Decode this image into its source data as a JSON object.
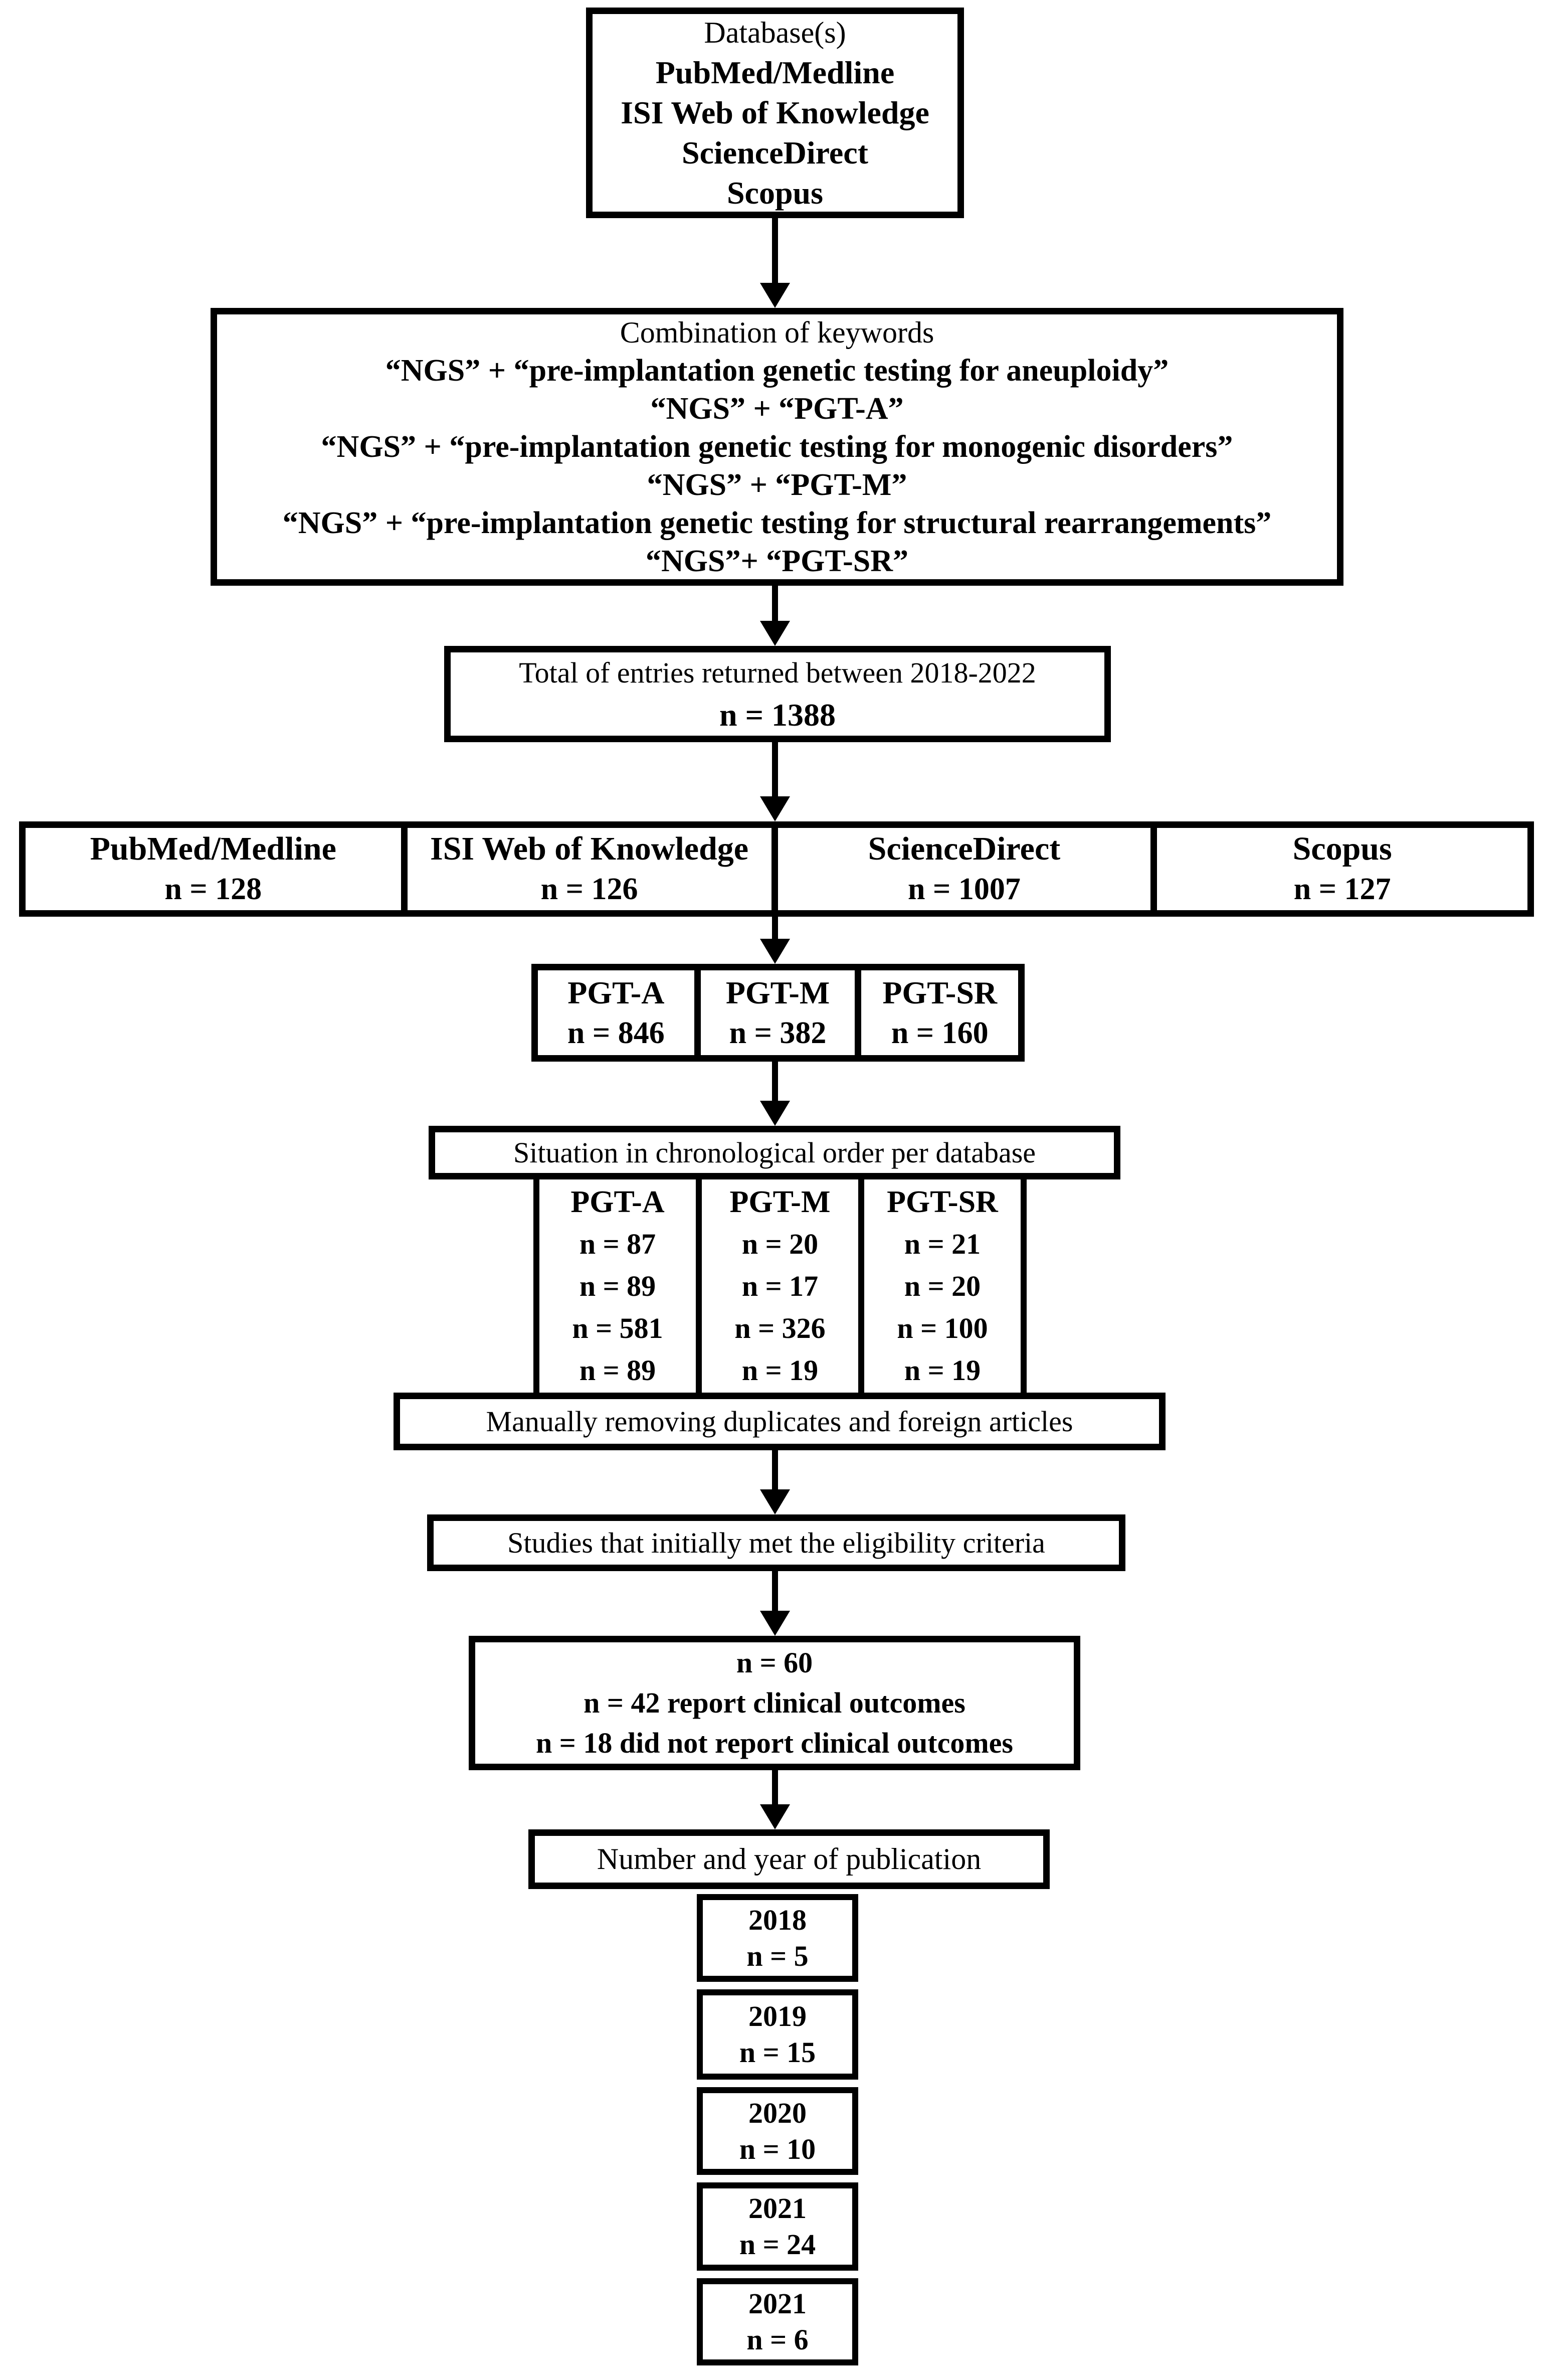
{
  "databases_box": {
    "heading": "Database(s)",
    "items": [
      "PubMed/Medline",
      "ISI Web of Knowledge",
      "ScienceDirect",
      "Scopus"
    ]
  },
  "keywords_box": {
    "heading": "Combination of keywords",
    "items": [
      "“NGS” + “pre-implantation genetic testing for aneuploidy”",
      "“NGS” + “PGT-A”",
      "“NGS” + “pre-implantation genetic testing for monogenic disorders”",
      "“NGS” + “PGT-M”",
      "“NGS” + “pre-implantation genetic testing for structural rearrangements”",
      "“NGS”+ “PGT-SR”"
    ]
  },
  "total_box": {
    "line1": "Total of entries returned between 2018-2022",
    "line2": "n = 1388"
  },
  "database_results": {
    "cells": [
      {
        "name": "PubMed/Medline",
        "count": "n = 128"
      },
      {
        "name": "ISI Web of Knowledge",
        "count": "n = 126"
      },
      {
        "name": "ScienceDirect",
        "count": "n = 1007"
      },
      {
        "name": "Scopus",
        "count": "n = 127"
      }
    ]
  },
  "pgt_totals": {
    "cells": [
      {
        "name": "PGT-A",
        "count": "n = 846"
      },
      {
        "name": "PGT-M",
        "count": "n = 382"
      },
      {
        "name": "PGT-SR",
        "count": "n = 160"
      }
    ]
  },
  "chronological": {
    "heading": "Situation in chronological order per database",
    "columns": [
      {
        "name": "PGT-A",
        "values": [
          "n = 87",
          "n = 89",
          "n = 581",
          "n = 89"
        ]
      },
      {
        "name": "PGT-M",
        "values": [
          "n = 20",
          "n = 17",
          "n = 326",
          "n = 19"
        ]
      },
      {
        "name": "PGT-SR",
        "values": [
          "n = 21",
          "n = 20",
          "n = 100",
          "n = 19"
        ]
      }
    ]
  },
  "dedup_box": {
    "text": "Manually removing duplicates and foreign articles"
  },
  "eligibility_box": {
    "text": "Studies that initially met the eligibility criteria"
  },
  "included_box": {
    "lines": [
      "n = 60",
      "n = 42 report clinical outcomes",
      "n = 18 did not report clinical outcomes"
    ]
  },
  "publication_box": {
    "heading": "Number and year of publication"
  },
  "publication_years": [
    {
      "year": "2018",
      "count": "n = 5"
    },
    {
      "year": "2019",
      "count": "n = 15"
    },
    {
      "year": "2020",
      "count": "n = 10"
    },
    {
      "year": "2021",
      "count": "n = 24"
    },
    {
      "year": "2021",
      "count": "n = 6"
    }
  ]
}
